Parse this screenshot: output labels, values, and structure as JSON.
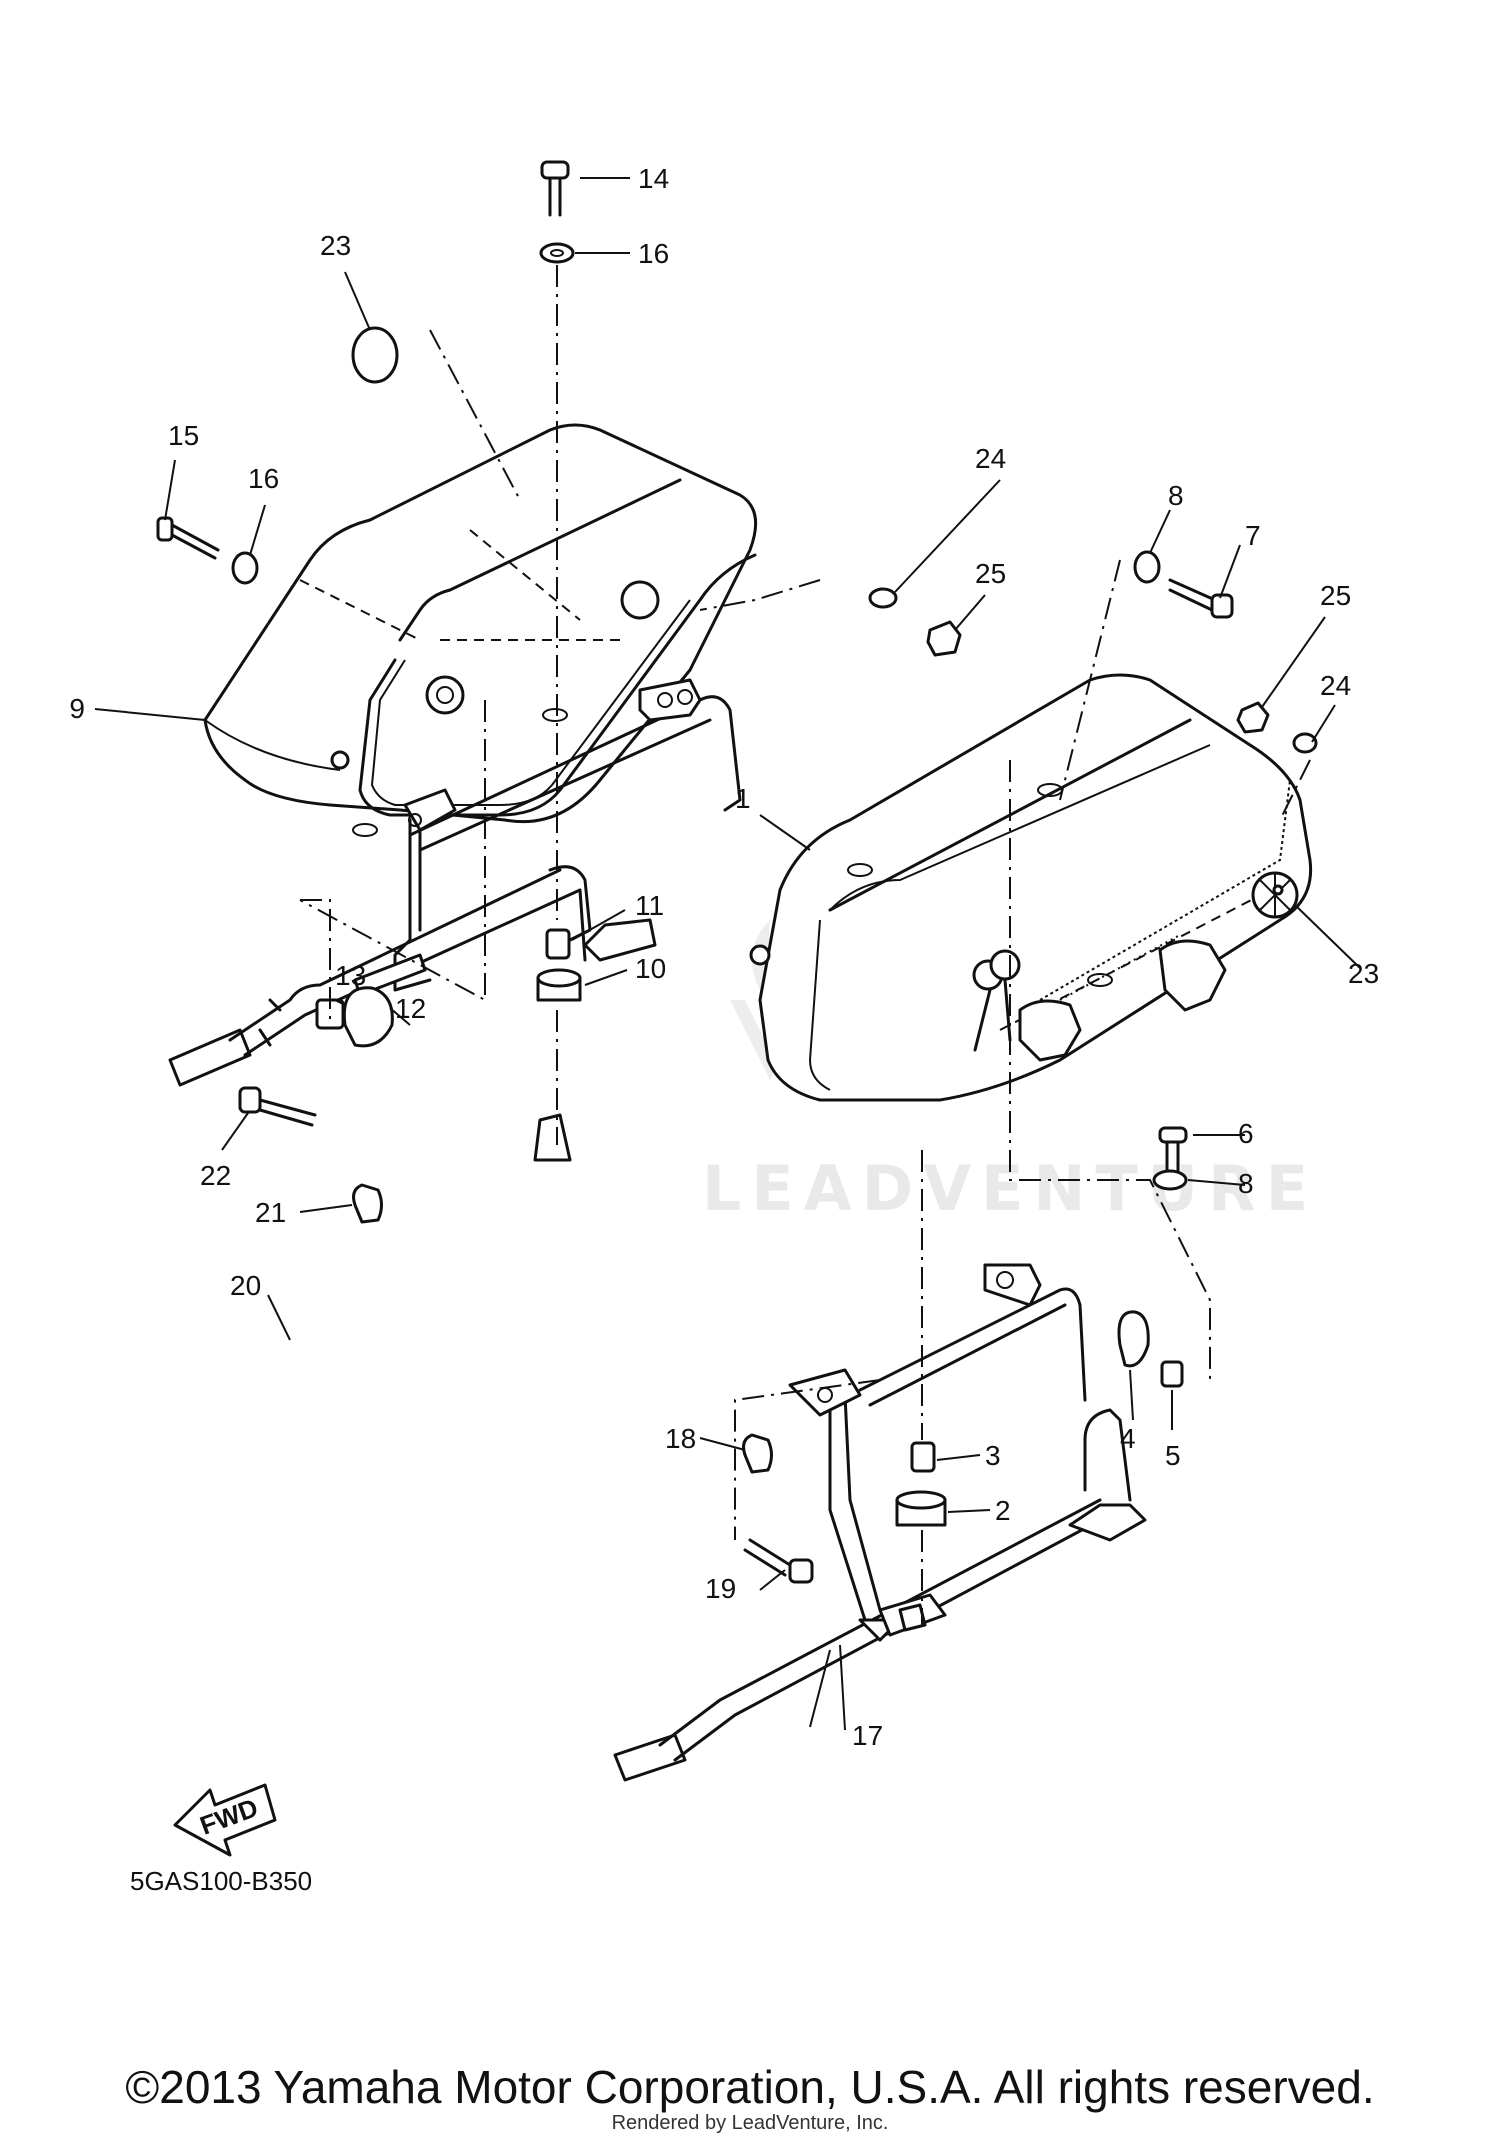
{
  "diagram": {
    "diagram_code": "5GAS100-B350",
    "fwd_label": "FWD",
    "watermark": "LEADVENTURE",
    "copyright": "©2013 Yamaha Motor Corporation, U.S.A. All rights reserved.",
    "rendered_by": "Rendered by LeadVenture, Inc.",
    "callouts": {
      "c1": "1",
      "c2": "2",
      "c3": "3",
      "c4": "4",
      "c5": "5",
      "c6": "6",
      "c7": "7",
      "c8a": "8",
      "c8b": "8",
      "c9": "9",
      "c10": "10",
      "c11": "11",
      "c12": "12",
      "c13": "13",
      "c14": "14",
      "c15": "15",
      "c16a": "16",
      "c16b": "16",
      "c17": "17",
      "c18": "18",
      "c19": "19",
      "c20": "20",
      "c21": "21",
      "c22": "22",
      "c23a": "23",
      "c23b": "23",
      "c24a": "24",
      "c24b": "24",
      "c25a": "25",
      "c25b": "25"
    }
  }
}
